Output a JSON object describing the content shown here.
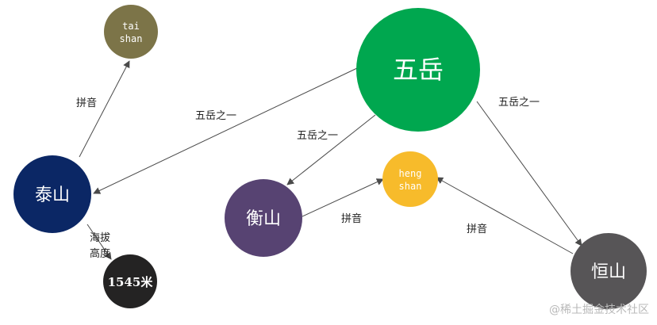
{
  "nodes": {
    "wuyue": {
      "label": "五岳",
      "color": "#00a74f"
    },
    "taishan": {
      "label": "泰山",
      "color": "#0b2765"
    },
    "hengshan_heng": {
      "label": "衡山",
      "color": "#574372"
    },
    "hengshan_changheng": {
      "label": "恒山",
      "color": "#575557"
    },
    "taishan_pinyin": {
      "label_line1": "tai",
      "label_line2": "shan",
      "color": "#7c7448"
    },
    "hengshan_pinyin": {
      "label_line1": "heng",
      "label_line2": "shan",
      "color": "#f7bb2b"
    },
    "altitude": {
      "label": "1545米",
      "color": "#242323"
    }
  },
  "edges": {
    "wuyue_taishan": "五岳之一",
    "wuyue_heng": "五岳之一",
    "wuyue_chang": "五岳之一",
    "taishan_pinyin": "拼音",
    "heng_pinyin": "拼音",
    "chang_pinyin": "拼音",
    "altitude_line1": "海拔",
    "altitude_line2": "高度"
  },
  "watermark": "@稀土掘金技术社区"
}
